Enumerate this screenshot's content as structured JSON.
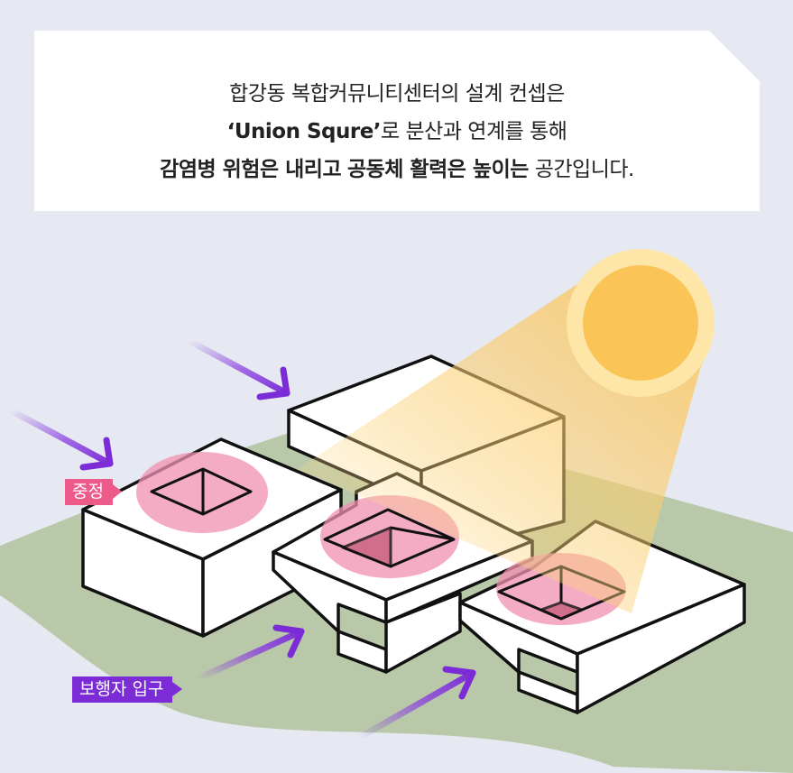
{
  "caption": {
    "line1": "합강동 복합커뮤니티센터의 설계 컨셉은",
    "line2_quote": "‘Union Squre’",
    "line2_rest": "로 분산과 연계를 통해",
    "line3_bold_a": "감염병 위험은 내리고",
    "line3_bold_b": "공동체 활력은 높이는",
    "line3_rest": "공간입니다."
  },
  "labels": {
    "courtyard": "중정",
    "pedestrian_entrance": "보행자 입구"
  },
  "colors": {
    "background": "#e6e9f1",
    "ground": "#b9c8a8",
    "courtyard_highlight": "#f08fb0",
    "courtyard_tag": "#ec5b8a",
    "entrance_tag": "#7b2cd6",
    "arrow": "#8a3ee0",
    "sun": "#fbc457",
    "sun_halo": "#fde6a8"
  },
  "icons": [
    "sun-icon",
    "arrow-icon"
  ]
}
